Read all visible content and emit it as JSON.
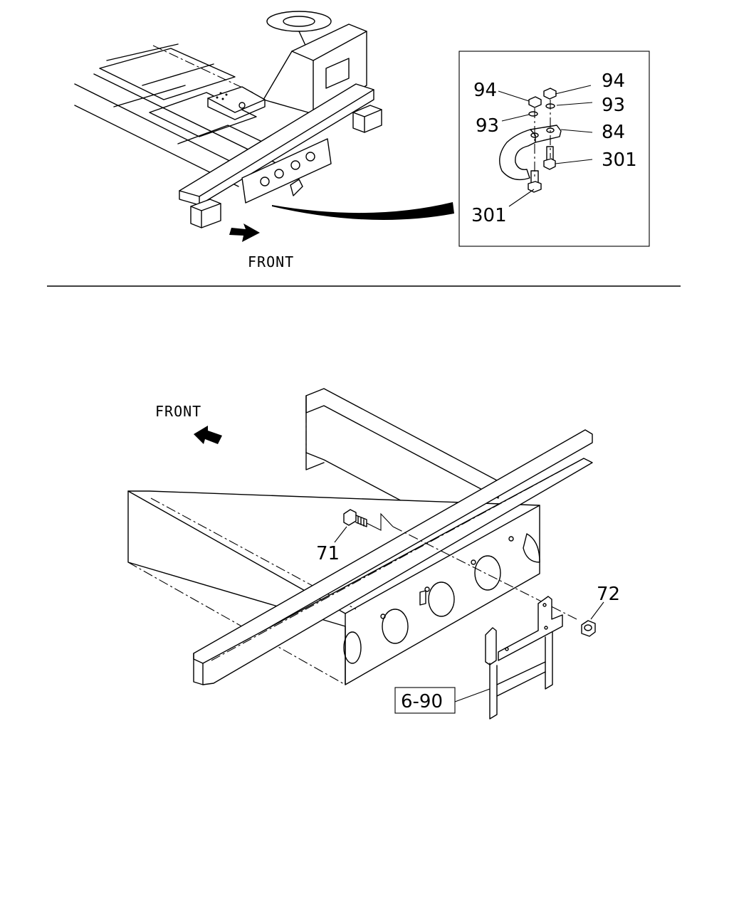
{
  "top": {
    "front_label": "FRONT",
    "callouts": {
      "c94a": "94",
      "c94b": "94",
      "c93a": "93",
      "c93b": "93",
      "c84": "84",
      "c301a": "301",
      "c301b": "301"
    }
  },
  "bottom": {
    "front_label": "FRONT",
    "callouts": {
      "c71": "71",
      "c72": "72",
      "ref": "6-90"
    }
  }
}
